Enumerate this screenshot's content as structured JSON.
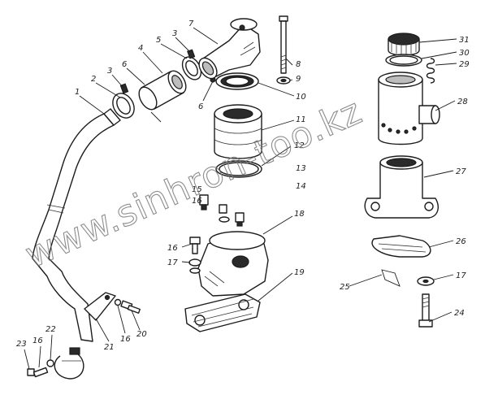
{
  "watermark": "www.sinhron-too.kz",
  "callouts": {
    "c1": "1",
    "c2": "2",
    "c3a": "3",
    "c3b": "3",
    "c4": "4",
    "c5": "5",
    "c6a": "6",
    "c6b": "6",
    "c7": "7",
    "c8": "8",
    "c9": "9",
    "c10": "10",
    "c11": "11",
    "c12": "12",
    "c13": "13",
    "c14": "14",
    "c15": "15",
    "c16a": "16",
    "c16b": "16",
    "c16c": "16",
    "c16d": "16",
    "c17a": "17",
    "c17b": "17",
    "c18": "18",
    "c19": "19",
    "c20": "20",
    "c21": "21",
    "c22": "22",
    "c23": "23",
    "c24": "24",
    "c25": "25",
    "c26": "26",
    "c27": "27",
    "c28": "28",
    "c29": "29",
    "c30": "30",
    "c31": "31"
  }
}
